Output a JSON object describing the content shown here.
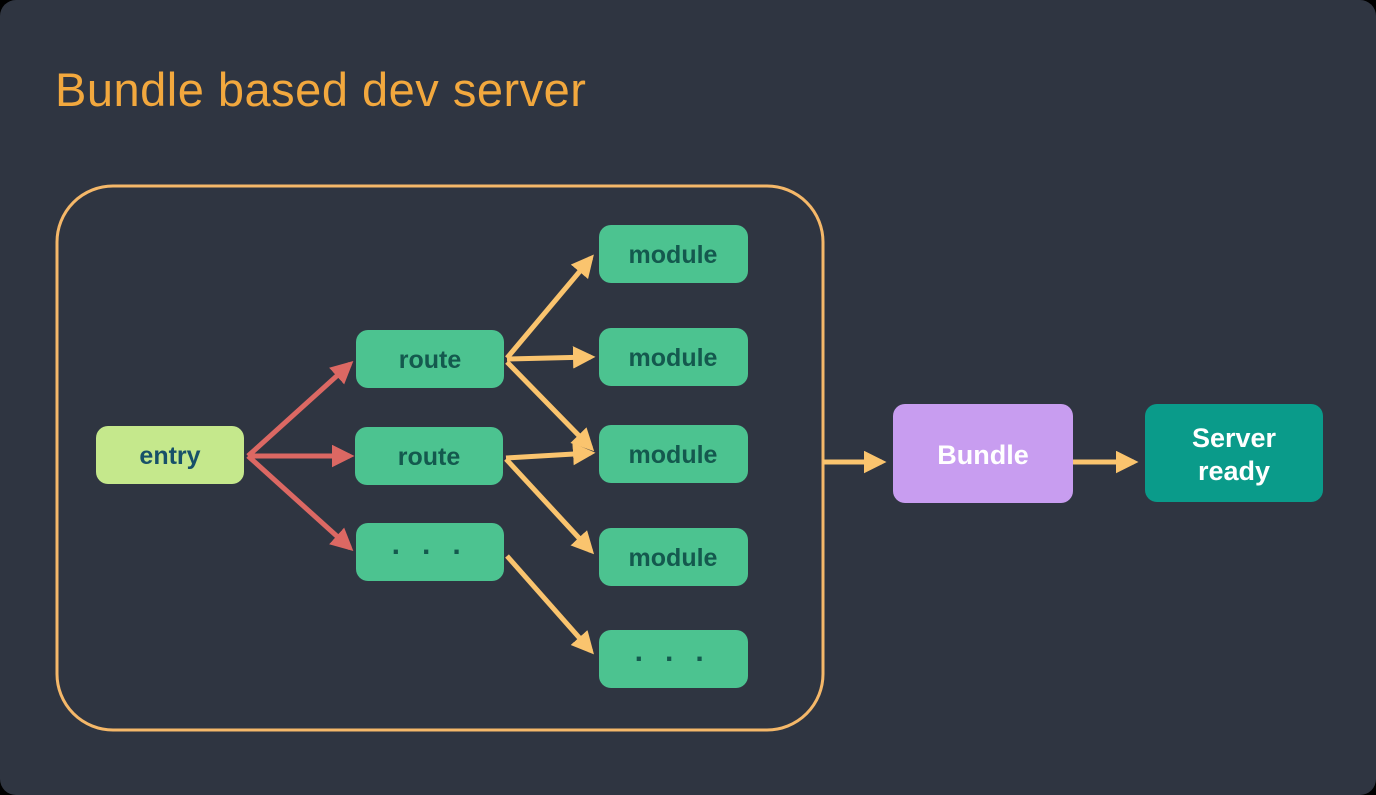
{
  "title": "Bundle based dev server",
  "colors": {
    "page_outside": "#000000",
    "card_bg": "#2f3541",
    "title": "#f2a83e",
    "boundary": "#f5b869",
    "arrow_orange": "#fac46e",
    "arrow_red": "#dc6863",
    "entry_bg": "#c5e88c",
    "entry_text": "#175069",
    "node_bg": "#4cc390",
    "node_text": "#14594e",
    "bundle_bg": "#c89df0",
    "bundle_text": "#ffffff",
    "server_bg": "#0a9b8a",
    "server_text": "#ffffff"
  },
  "diagram": {
    "entry": {
      "label": "entry"
    },
    "routes": [
      {
        "label": "route"
      },
      {
        "label": "route"
      },
      {
        "label": "· · ·"
      }
    ],
    "modules": [
      {
        "label": "module"
      },
      {
        "label": "module"
      },
      {
        "label": "module"
      },
      {
        "label": "module"
      },
      {
        "label": "· · ·"
      }
    ],
    "bundle": {
      "label": "Bundle"
    },
    "server": {
      "line1": "Server",
      "line2": "ready"
    }
  }
}
